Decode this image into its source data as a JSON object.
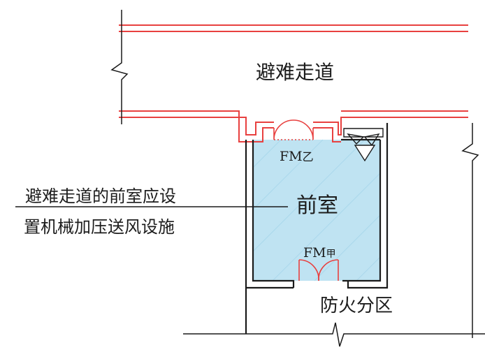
{
  "labels": {
    "corridor": "避难走道",
    "anteroom": "前室",
    "note_line1": "避难走道的前室应设",
    "note_line2": "置机械加压送风设施",
    "fire_zone": "防火分区",
    "door_top_main": "FM",
    "door_top_sub": "乙",
    "door_bottom_main": "FM",
    "door_bottom_sub": "甲"
  },
  "colors": {
    "wall_red": "#e8403f",
    "wall_black": "#1a1a1a",
    "anteroom_fill": "#bfe3f2",
    "hatch_blue": "#9ccfe6"
  },
  "icons": {
    "air_supply": "supply-air-arrow-icon"
  }
}
